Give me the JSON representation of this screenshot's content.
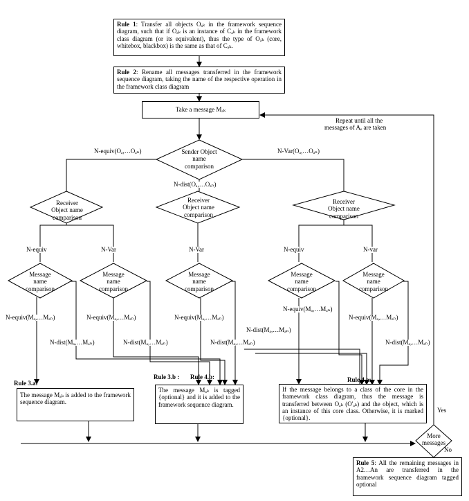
{
  "rules": {
    "r1_title": "Rule 1",
    "r1_text": ": Transfer all objects Oₐₖ in the framework sequence diagram, such that if Oₐₖ is an instance of Cₐₖ in the framework class diagram (or its equivalent), thus the type of Oₐₖ (core, whitebox, blackbox) is the same as that of Cₐₖ.",
    "r2_title": "Rule 2",
    "r2_text": ": Rename all messages transferred in the framework sequence diagram, taking the name of the respective operation in the framework class diagram",
    "r3a_title": "Rule 3.a:",
    "r3a_text": "The message Mₐₖ is added to the framework sequence diagram.",
    "r3b_title": "Rule 3.b :",
    "r4b_title": "Rule 4.b:",
    "r34b_text": "The message Mₐₖ is tagged {optional} and it is added to the framework sequence diagram.",
    "r4a_title": "Rule 4.a:",
    "r4a_text": "If the message belongs to a class of the core in the framework class diagram, thus the message is transferred between Oₐₖ (O'ₐₖ) and the object, which is an instance of this core class. Otherwise, it is marked {optional}.",
    "r5_title": "Rule 5",
    "r5_text": ": All the remaining messages in A2…An are transferred in the framework sequence diagram tagged optional"
  },
  "process": {
    "take_message": "Take a message Mₐₖ",
    "repeat_note_1": "Repeat until all the",
    "repeat_note_2": "messages of Aₑ are taken"
  },
  "decisions": {
    "sender": [
      "Sender Object",
      "name",
      "comparison"
    ],
    "recv_left": [
      "Receiver",
      "Object name",
      "comparison"
    ],
    "recv_mid": [
      "Receiver",
      "Object name",
      "comparison"
    ],
    "recv_right": [
      "Receiver",
      "Object name",
      "comparison"
    ],
    "msg": [
      "Message",
      "name",
      "comparison"
    ],
    "more": [
      "More",
      "messages"
    ]
  },
  "labels": {
    "n_equiv_obj": "N-equiv(Oₐ,…Oₐₙ)",
    "n_var_obj": "N-Var(Oₐ,…Oₐₙ)",
    "n_dist_obj": "N-dist(Oₐ,…Oₐₙ)",
    "n_equiv": "N-equiv",
    "n_var": "N-Var",
    "n_var_lower": "N-var",
    "n_equiv_msg": "N-equiv(Mₐ,…Mₐₙ)",
    "n_dist_msg": "N-dist(Mₐ,…Mₐₙ)",
    "yes": "Yes",
    "no": "No"
  }
}
